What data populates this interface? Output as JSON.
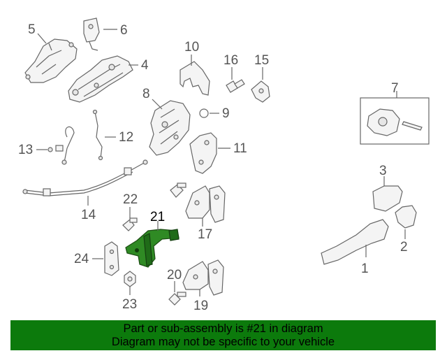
{
  "diagram": {
    "callouts": [
      "1",
      "2",
      "3",
      "4",
      "5",
      "6",
      "7",
      "8",
      "9",
      "10",
      "11",
      "12",
      "13",
      "14",
      "15",
      "16",
      "17",
      "19",
      "20",
      "21",
      "22",
      "23",
      "24"
    ],
    "highlighted": "21"
  },
  "banner": {
    "line1": "Part or sub-assembly is #21 in diagram",
    "line2": "Diagram may not be specific to your vehicle"
  },
  "colors": {
    "banner_bg": "#0c7a0c",
    "highlight_part": "#2f8a24",
    "line_art": "#666666"
  }
}
